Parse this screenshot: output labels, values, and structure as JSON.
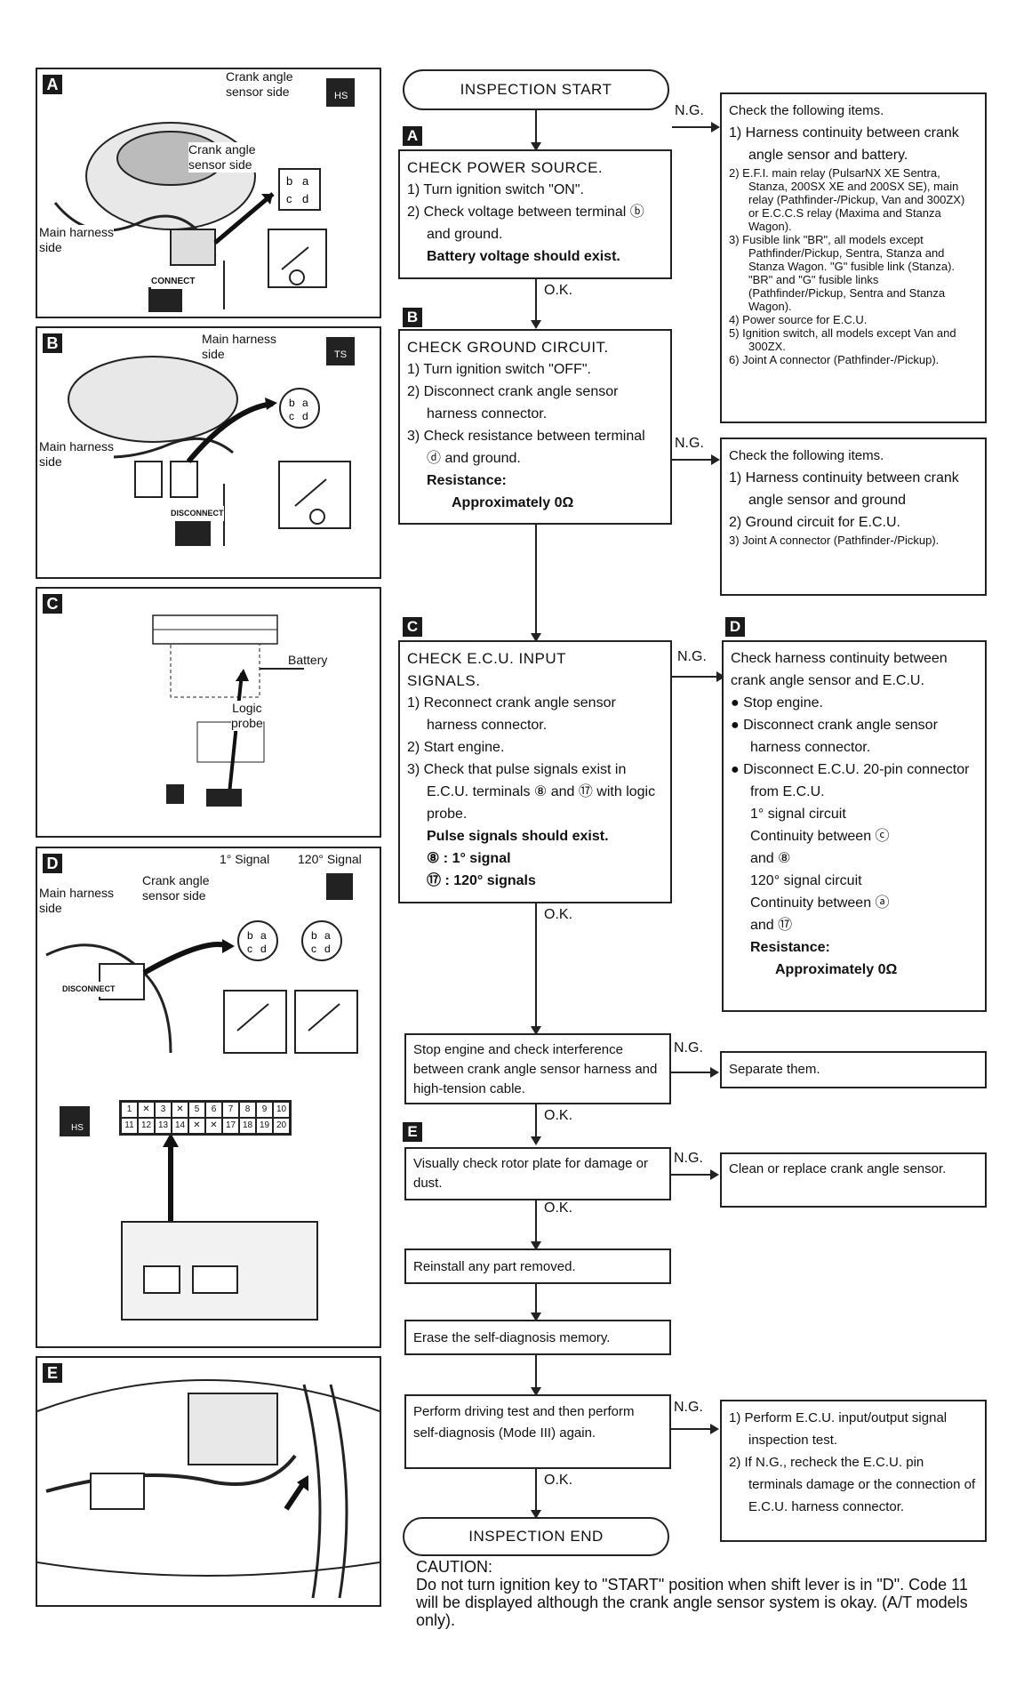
{
  "panels": {
    "A": {
      "label": "A",
      "crank_angle_sensor_side_1": "Crank angle\nsensor side",
      "crank_angle_sensor_side_2": "Crank angle\nsensor side",
      "main_harness_side": "Main harness\nside",
      "action": "CONNECT",
      "mode_badge": "HS"
    },
    "B": {
      "label": "B",
      "main_harness_side_1": "Main harness\nside",
      "main_harness_side_2": "Main harness\nside",
      "action": "DISCONNECT",
      "mode_badge": "TS"
    },
    "C": {
      "label": "C",
      "battery": "Battery",
      "logic_probe": "Logic\nprobe"
    },
    "D": {
      "label": "D",
      "signal_1": "1° Signal",
      "signal_120": "120° Signal",
      "crank_angle_sensor_side": "Crank angle\nsensor side",
      "main_harness_side": "Main harness\nside",
      "mode_badge": "HS",
      "action": "DISCONNECT",
      "connector_top": [
        "1",
        "",
        "3",
        "",
        "5",
        "6",
        "7",
        "8",
        "9",
        "10"
      ],
      "connector_bottom": [
        "11",
        "12",
        "13",
        "14",
        "",
        "",
        "17",
        "18",
        "19",
        "20"
      ]
    },
    "E": {
      "label": "E"
    }
  },
  "flow": {
    "start": "INSPECTION START",
    "end": "INSPECTION END",
    "ng": "N.G.",
    "ok": "O.K.",
    "step_labels": {
      "A": "A",
      "B": "B",
      "C": "C",
      "D": "D",
      "E": "E"
    },
    "check_power": {
      "title": "CHECK POWER SOURCE.",
      "s1": "1) Turn ignition switch \"ON\".",
      "s2": "2) Check voltage between terminal ⓑ and ground.",
      "result": "Battery voltage should exist."
    },
    "power_ng": {
      "title": "Check the following items.",
      "i1": "1) Harness continuity between crank angle sensor and battery.",
      "i2": "2) E.F.I. main relay (PulsarNX XE Sentra, Stanza, 200SX XE and 200SX SE), main relay (Pathfinder-/Pickup, Van and 300ZX) or E.C.C.S relay (Maxima and Stanza Wagon).",
      "i3": "3) Fusible link \"BR\", all models except Pathfinder/Pickup, Sentra, Stanza and Stanza Wagon. \"G\" fusible link (Stanza). \"BR\" and \"G\" fusible links (Pathfinder/Pickup, Sentra and Stanza Wagon).",
      "i4": "4) Power source for E.C.U.",
      "i5": "5) Ignition switch, all models except Van and 300ZX.",
      "i6": "6) Joint A connector (Pathfinder-/Pickup)."
    },
    "check_ground": {
      "title": "CHECK GROUND CIRCUIT.",
      "s1": "1) Turn ignition switch \"OFF\".",
      "s2": "2) Disconnect crank angle sensor harness connector.",
      "s3": "3) Check resistance between terminal ⓓ and ground.",
      "res_label": "Resistance:",
      "res_value": "Approximately 0Ω"
    },
    "ground_ng": {
      "title": "Check the following items.",
      "i1": "1) Harness continuity between crank angle sensor and ground",
      "i2": "2) Ground circuit for E.C.U.",
      "i3": "3) Joint A connector (Pathfinder-/Pickup)."
    },
    "check_ecu": {
      "title1": "CHECK E.C.U. INPUT",
      "title2": "SIGNALS.",
      "s1": "1) Reconnect crank angle sensor harness connector.",
      "s2": "2) Start engine.",
      "s3": "3) Check that pulse signals exist in E.C.U. terminals ⑧ and ⑰ with logic probe.",
      "result": "Pulse signals should exist.",
      "sig8": "⑧ : 1° signal",
      "sig17": "⑰ : 120° signals"
    },
    "ecu_ng": {
      "intro": "Check harness continuity between crank angle sensor and E.C.U.",
      "b1": "Stop engine.",
      "b2": "Disconnect crank angle sensor harness connector.",
      "b3": "Disconnect E.C.U. 20-pin connector from E.C.U.",
      "c1": "1° signal circuit",
      "c1b": "Continuity between ⓒ",
      "c1c": "and ⑧",
      "c2": "120° signal circuit",
      "c2b": "Continuity between ⓐ",
      "c2c": "and ⑰",
      "res_label": "Resistance:",
      "res_value": "Approximately 0Ω"
    },
    "interference": "Stop engine and check interference between crank angle sensor harness and high-tension cable.",
    "separate": "Separate them.",
    "rotor": "Visually check rotor plate for damage or dust.",
    "clean": "Clean or replace crank angle sensor.",
    "reinstall": "Reinstall any part removed.",
    "erase": "Erase the self-diagnosis memory.",
    "driving": "Perform driving test and then perform self-diagnosis (Mode III) again.",
    "final_ng": {
      "i1": "1) Perform E.C.U. input/output signal inspection test.",
      "i2": "2) If N.G., recheck the E.C.U. pin terminals damage or the connection of E.C.U. harness connector."
    }
  },
  "caution": {
    "title": "CAUTION:",
    "text": "Do not turn ignition key to \"START\" position when shift lever is in \"D\". Code 11 will be displayed although the crank angle sensor system is okay. (A/T models only)."
  }
}
